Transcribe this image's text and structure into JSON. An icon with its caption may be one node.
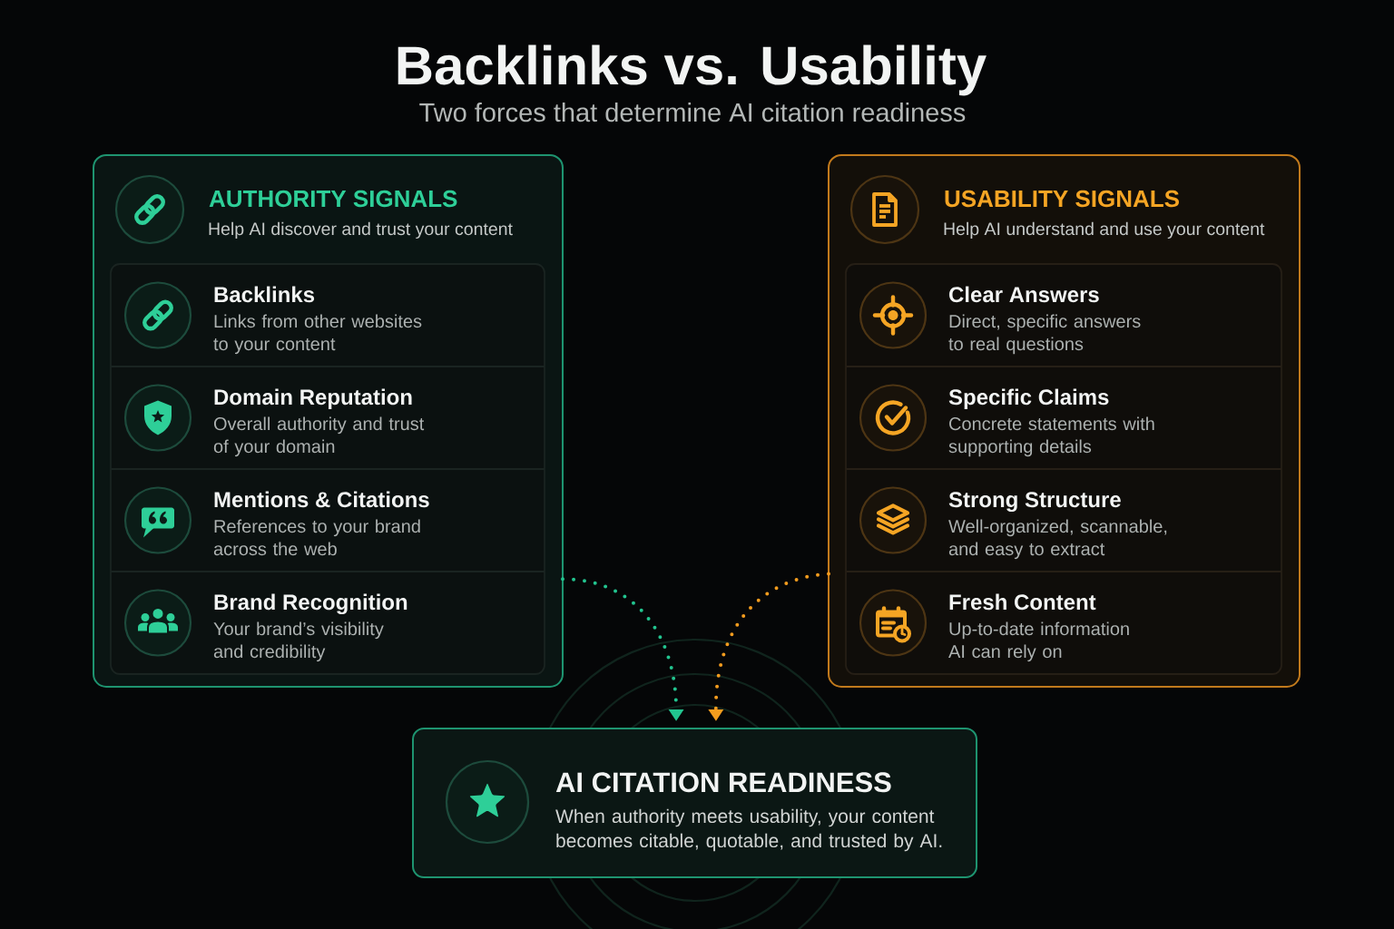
{
  "diagram": {
    "title": "Backlinks vs. Usability",
    "nodes": [
      {
        "text": [
          "AUTHORITY SIGNALS",
          "Help AI discover and trust your content"
        ]
      },
      {
        "text": [
          "Backlinks",
          "Links from other websites to your content"
        ],
        "in": 0
      },
      {
        "text": [
          "Domain Reputation",
          "Overall authority and trust of your domain"
        ],
        "in": 0
      },
      {
        "text": [
          "Mentions & Citations",
          "References to your brand across the web"
        ],
        "in": 0
      },
      {
        "text": [
          "Brand Recognition",
          "Your brand’s visibility and credibility"
        ],
        "in": 0
      },
      {
        "text": [
          "USABILITY SIGNALS",
          "Help AI understand and use your content"
        ]
      },
      {
        "text": [
          "Clear Answers",
          "Direct, specific answers to real questions"
        ],
        "in": 5
      },
      {
        "text": [
          "Specific Claims",
          "Concrete statements with supporting details"
        ],
        "in": 5
      },
      {
        "text": [
          "Strong Structure",
          "Well-organized, scannable, and easy to extract"
        ],
        "in": 5
      },
      {
        "text": [
          "Fresh Content",
          "Up-to-date information AI can rely on"
        ],
        "in": 5
      },
      {
        "text": [
          "AI CITATION READINESS",
          "When authority meets usability, your content becomes citable, quotable, and trusted by AI."
        ]
      }
    ],
    "edges": [
      {
        "from": 0,
        "to": 10,
        "arrow": "to",
        "style": "dashed",
        "color": "#22c48f"
      },
      {
        "from": 5,
        "to": 10,
        "arrow": "to",
        "style": "dashed",
        "color": "#f39c1e"
      }
    ],
    "labels": [
      "Two forces that determine AI citation readiness"
    ]
  }
}
